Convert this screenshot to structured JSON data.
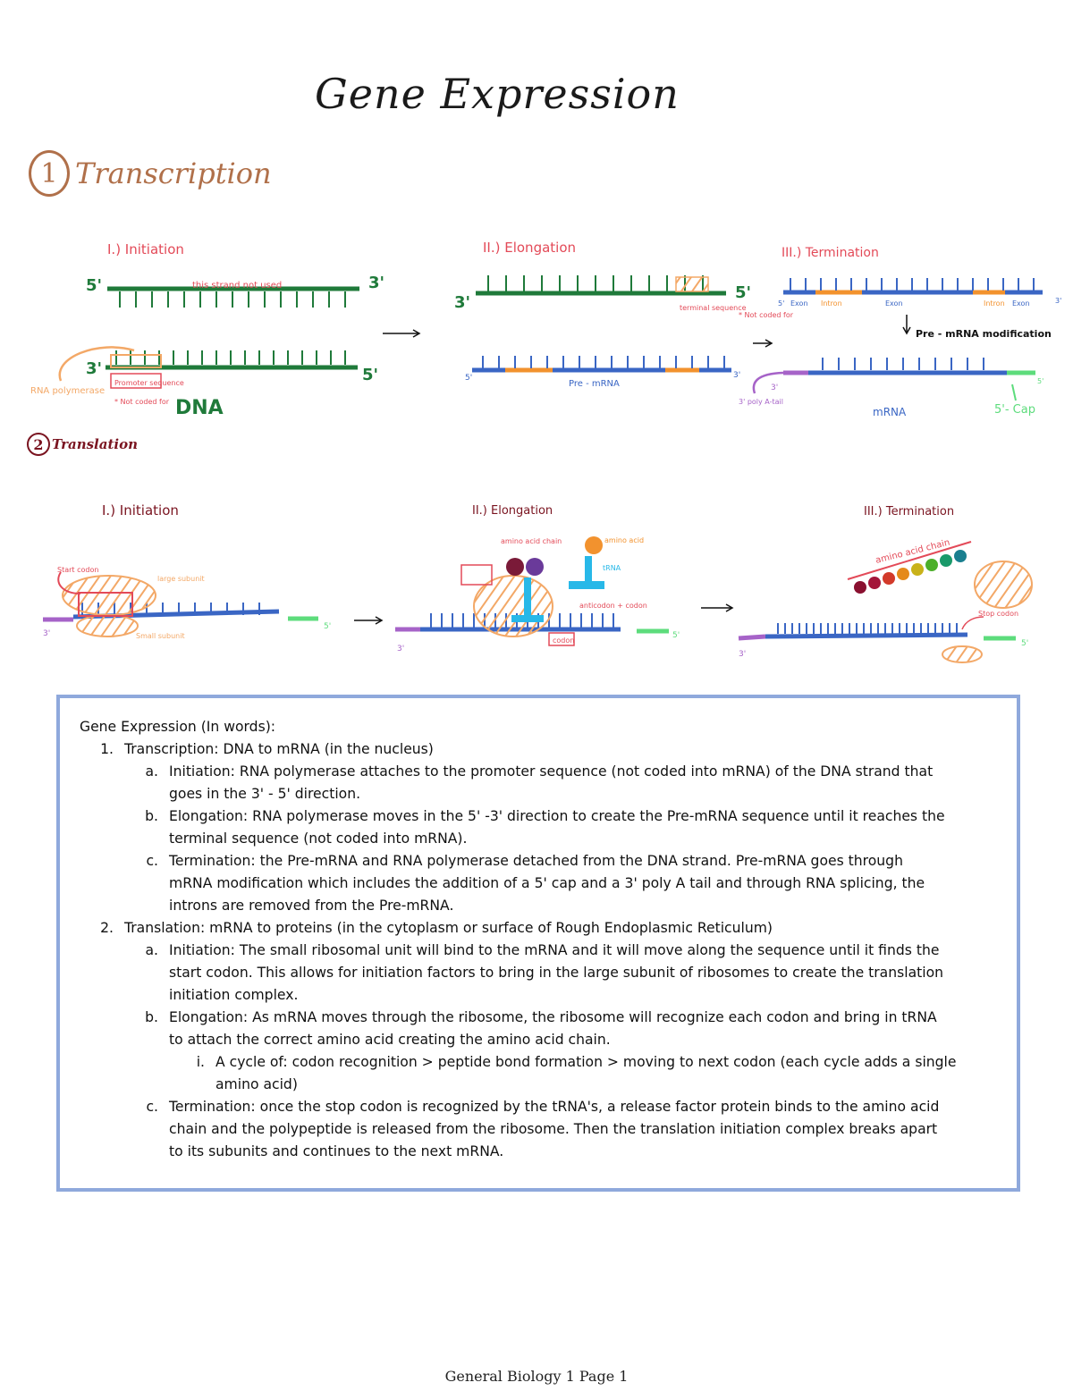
{
  "title": "Gene Expression",
  "transcription_section": {
    "number": "1",
    "label": "Transcription",
    "initiation": {
      "label": "I.) Initiation",
      "five_prime": "5'",
      "three_prime": "3'",
      "top_note": "this strand not used",
      "lower_three": "3'",
      "lower_five": "5'",
      "polymerase": "RNA polymerase",
      "promoter": "Promoter sequence",
      "not_coded": "* Not coded for",
      "dna": "DNA"
    },
    "elongation": {
      "label": "II.) Elongation",
      "three_prime": "3'",
      "five_prime": "5'",
      "terminal": "terminal sequence",
      "not_coded": "* Not coded for",
      "pre_mrna": "Pre - mRNA",
      "five": "5'",
      "three": "3'"
    },
    "termination": {
      "label": "III.) Termination",
      "five": "5'",
      "three": "3'",
      "exon": "Exon",
      "intron": "Intron",
      "modification": "Pre - mRNA modification",
      "tail": "3' poly A-tail",
      "mrna": "mRNA",
      "cap": "5'- Cap",
      "three_left": "3'",
      "five_right": "5'"
    }
  },
  "translation_section": {
    "number": "2",
    "label": "Translation",
    "initiation": {
      "label": "I.) Initiation",
      "large": "large subunit",
      "small": "Small subunit",
      "start": "Start codon",
      "three": "3'",
      "five": "5'"
    },
    "elongation": {
      "label": "II.) Elongation",
      "amino_chain": "amino acid chain",
      "amino_acid": "amino acid",
      "trna": "tRNA",
      "anticodon": "anticodon + codon",
      "codon": "codon",
      "three": "3'",
      "five": "5'"
    },
    "termination": {
      "label": "III.) Termination",
      "chain": "amino acid chain",
      "stop": "Stop codon",
      "three": "3'",
      "five": "5'"
    }
  },
  "words": {
    "heading": "Gene Expression (In words):",
    "items": [
      {
        "marker": "1.",
        "text": "Transcription: DNA to mRNA (in the nucleus)"
      },
      {
        "marker": "a.",
        "text": "Initiation: RNA polymerase attaches to the promoter sequence (not coded into mRNA) of the DNA strand that"
      },
      {
        "marker": "",
        "text": "goes in the 3' - 5' direction."
      },
      {
        "marker": "b.",
        "text": "Elongation: RNA polymerase moves in the 5' -3' direction to create the Pre-mRNA sequence until it reaches the"
      },
      {
        "marker": "",
        "text": "terminal sequence (not coded into mRNA)."
      },
      {
        "marker": "c.",
        "text": "Termination: the Pre-mRNA and RNA polymerase detached from the DNA strand. Pre-mRNA goes through"
      },
      {
        "marker": "",
        "text": "mRNA modification which includes the addition of a 5' cap and a 3' poly A tail and through RNA splicing, the"
      },
      {
        "marker": "",
        "text": "introns are removed from the Pre-mRNA."
      },
      {
        "marker": "2.",
        "text": "Translation: mRNA to proteins (in the cytoplasm or surface of Rough Endoplasmic Reticulum)"
      },
      {
        "marker": "a.",
        "text": "Initiation: The small ribosomal unit will bind to the mRNA and it will move along the sequence until it finds the"
      },
      {
        "marker": "",
        "text": "start codon. This allows for initiation factors to bring in the large subunit of ribosomes to create the translation"
      },
      {
        "marker": "",
        "text": "initiation complex."
      },
      {
        "marker": "b.",
        "text": "Elongation: As mRNA moves through the ribosome, the ribosome will recognize each codon and bring in tRNA"
      },
      {
        "marker": "",
        "text": "to attach the correct amino acid creating the amino acid chain."
      },
      {
        "marker": "i.",
        "text": "A cycle of: codon recognition > peptide bond formation > moving to next codon (each cycle adds a single"
      },
      {
        "marker": "",
        "text": "amino acid)"
      },
      {
        "marker": "c.",
        "text": "Termination: once the stop codon is recognized by the tRNA's, a release factor protein binds to the amino acid"
      },
      {
        "marker": "",
        "text": "chain and the polypeptide is released from the ribosome. Then the translation initiation complex breaks apart"
      },
      {
        "marker": "",
        "text": "to its subunits and continues to the next mRNA."
      }
    ]
  },
  "footer": "General Biology 1 Page 1",
  "colors": {
    "dna": "#1f7a3a",
    "mrna": "#3a66c4",
    "intron": "#f2922e",
    "cap": "#5ddc7c",
    "tail": "#a663c8",
    "ribosome": "#f3a867",
    "trna": "#28b8e8",
    "label_red": "#e34a58",
    "maroon": "#7a1420"
  }
}
